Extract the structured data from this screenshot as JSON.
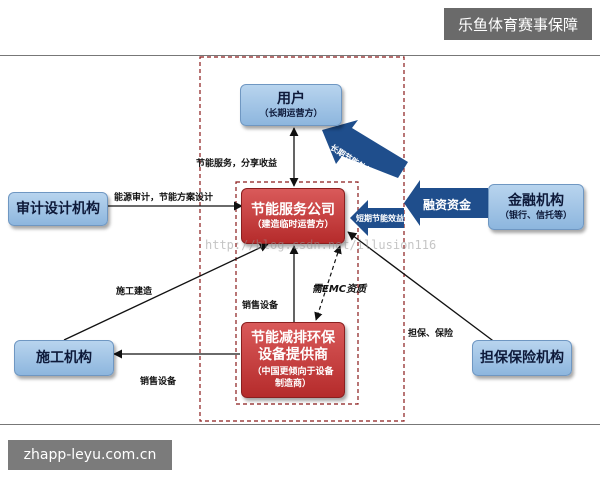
{
  "watermark_top": "乐鱼体育赛事保障",
  "watermark_bottom": "zhapp-leyu.com.cn",
  "watermark_mid": "http://blog.csdn.net/illusion116",
  "nodes": {
    "user": {
      "title": "用户",
      "sub": "（长期运营方）"
    },
    "service": {
      "title": "节能服务公司",
      "sub": "（建造临时运营方）"
    },
    "supplier": {
      "title": "节能减排环保设备提供商",
      "sub": "（中国更倾向于设备制造商）"
    },
    "audit": {
      "title": "审计设计机构"
    },
    "finance": {
      "title": "金融机构",
      "sub": "（银行、信托等）"
    },
    "construction": {
      "title": "施工机构"
    },
    "guarantee": {
      "title": "担保保险机构"
    }
  },
  "labels": {
    "energy_service": "节能服务，分享收益",
    "audit_design": "能源审计，节能方案设计",
    "build": "施工建造",
    "sell_equipment_1": "销售设备",
    "sell_equipment_2": "销售设备",
    "emc_finance": "需EMC资质",
    "guarantee_insurance": "担保、保险",
    "financing": "融资资金",
    "long_term": "长期节能效益",
    "short_term": "短期节能效益"
  },
  "colors": {
    "blue_node": "#a9c8e8",
    "red_node": "#c0392b",
    "big_arrow": "#1f4e8c"
  }
}
